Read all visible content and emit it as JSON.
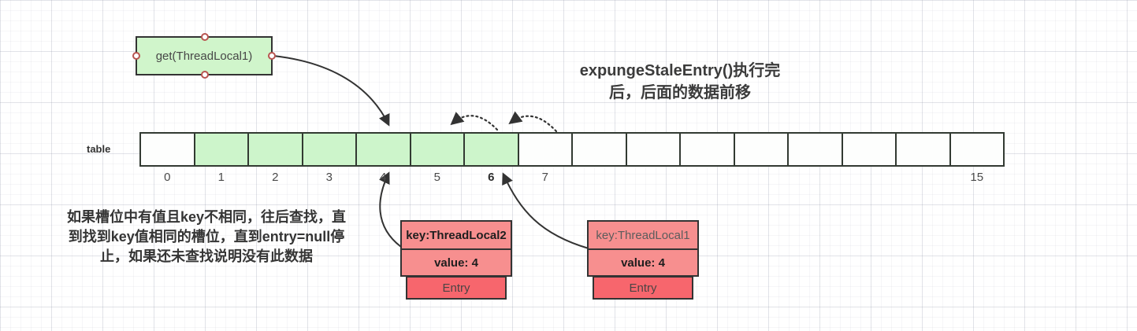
{
  "title": "expungeStaleEntry()执行完\n后，后面的数据前移",
  "note": "如果槽位中有值且key不相同，往后查找，直\n到找到key值相同的槽位，直到entry=null停\n止，如果还未查找说明没有此数据",
  "get_box": {
    "label": "get(ThreadLocal1)"
  },
  "table": {
    "label": "table",
    "cells": [
      {
        "index": "0",
        "green": false,
        "bold": false
      },
      {
        "index": "1",
        "green": true,
        "bold": false
      },
      {
        "index": "2",
        "green": true,
        "bold": false
      },
      {
        "index": "3",
        "green": true,
        "bold": false
      },
      {
        "index": "4",
        "green": true,
        "bold": false
      },
      {
        "index": "5",
        "green": true,
        "bold": false
      },
      {
        "index": "6",
        "green": true,
        "bold": true
      },
      {
        "index": "7",
        "green": false,
        "bold": false
      },
      {
        "index": "",
        "green": false,
        "bold": false
      },
      {
        "index": "",
        "green": false,
        "bold": false
      },
      {
        "index": "",
        "green": false,
        "bold": false
      },
      {
        "index": "",
        "green": false,
        "bold": false
      },
      {
        "index": "",
        "green": false,
        "bold": false
      },
      {
        "index": "",
        "green": false,
        "bold": false
      },
      {
        "index": "",
        "green": false,
        "bold": false
      },
      {
        "index": "15",
        "green": false,
        "bold": false
      }
    ]
  },
  "entries": [
    {
      "key": "key:ThreadLocal2",
      "value": "value: 4",
      "label": "Entry",
      "key_bold": true
    },
    {
      "key": "key:ThreadLocal1",
      "value": "value: 4",
      "label": "Entry",
      "key_bold": false
    }
  ],
  "colors": {
    "cell_green": "#cdf5cb",
    "box_green": "#d0f5cb",
    "entry_pink": "#f78f8f",
    "entry_red": "#f7666d",
    "stroke": "#333333",
    "handle": "#b85450"
  }
}
